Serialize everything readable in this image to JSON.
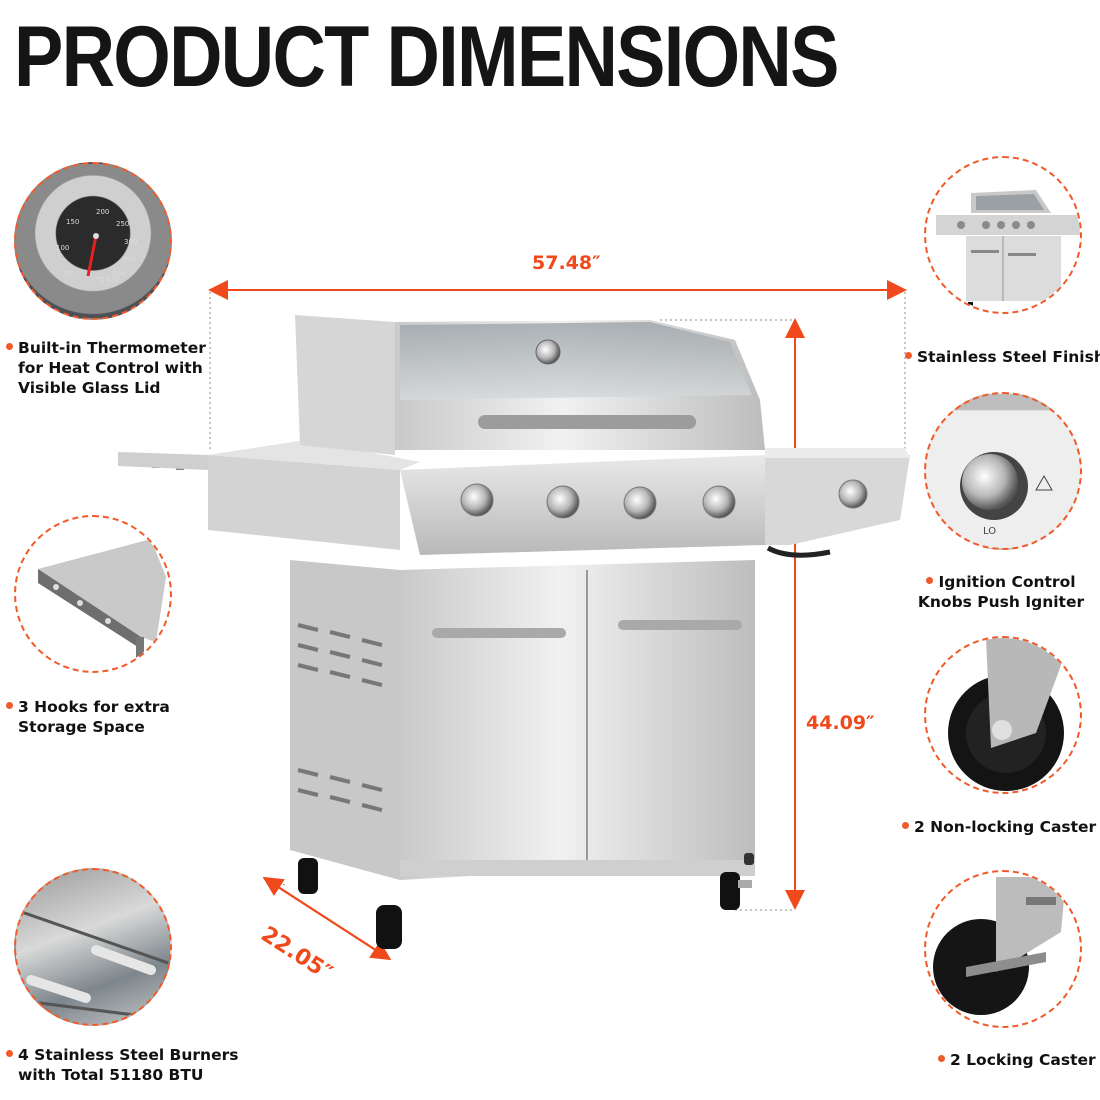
{
  "page": {
    "title": "PRODUCT DIMENSIONS",
    "accent_color": "#f04a1c",
    "text_color": "#111111"
  },
  "dimensions": {
    "width": "57.48″",
    "height": "44.09″",
    "depth": "22.05″"
  },
  "features_left": [
    {
      "icon": "thermometer-icon",
      "lines": [
        "Built-in Thermometer",
        "for Heat Control with",
        "Visible Glass Lid"
      ]
    },
    {
      "icon": "side-shelf-hooks-icon",
      "lines": [
        "3 Hooks for extra",
        "Storage Space"
      ]
    },
    {
      "icon": "burners-icon",
      "lines": [
        "4 Stainless Steel Burners",
        "with Total 51180 BTU"
      ]
    }
  ],
  "features_right": [
    {
      "icon": "grill-thumbnail-icon",
      "lines": [
        "Stainless Steel Finish"
      ]
    },
    {
      "icon": "ignition-knob-icon",
      "lines": [
        "Ignition Control",
        "Knobs Push Igniter"
      ]
    },
    {
      "icon": "caster-wheel-icon",
      "lines": [
        "2 Non-locking Caster"
      ]
    },
    {
      "icon": "locking-caster-icon",
      "lines": [
        "2 Locking Caster"
      ]
    }
  ],
  "thermometer": {
    "ticks": [
      "50",
      "100",
      "150",
      "200",
      "250",
      "300",
      "350",
      "400",
      "°C 430"
    ]
  },
  "knob": {
    "label": "LO",
    "warning_heading": "WARNING"
  }
}
